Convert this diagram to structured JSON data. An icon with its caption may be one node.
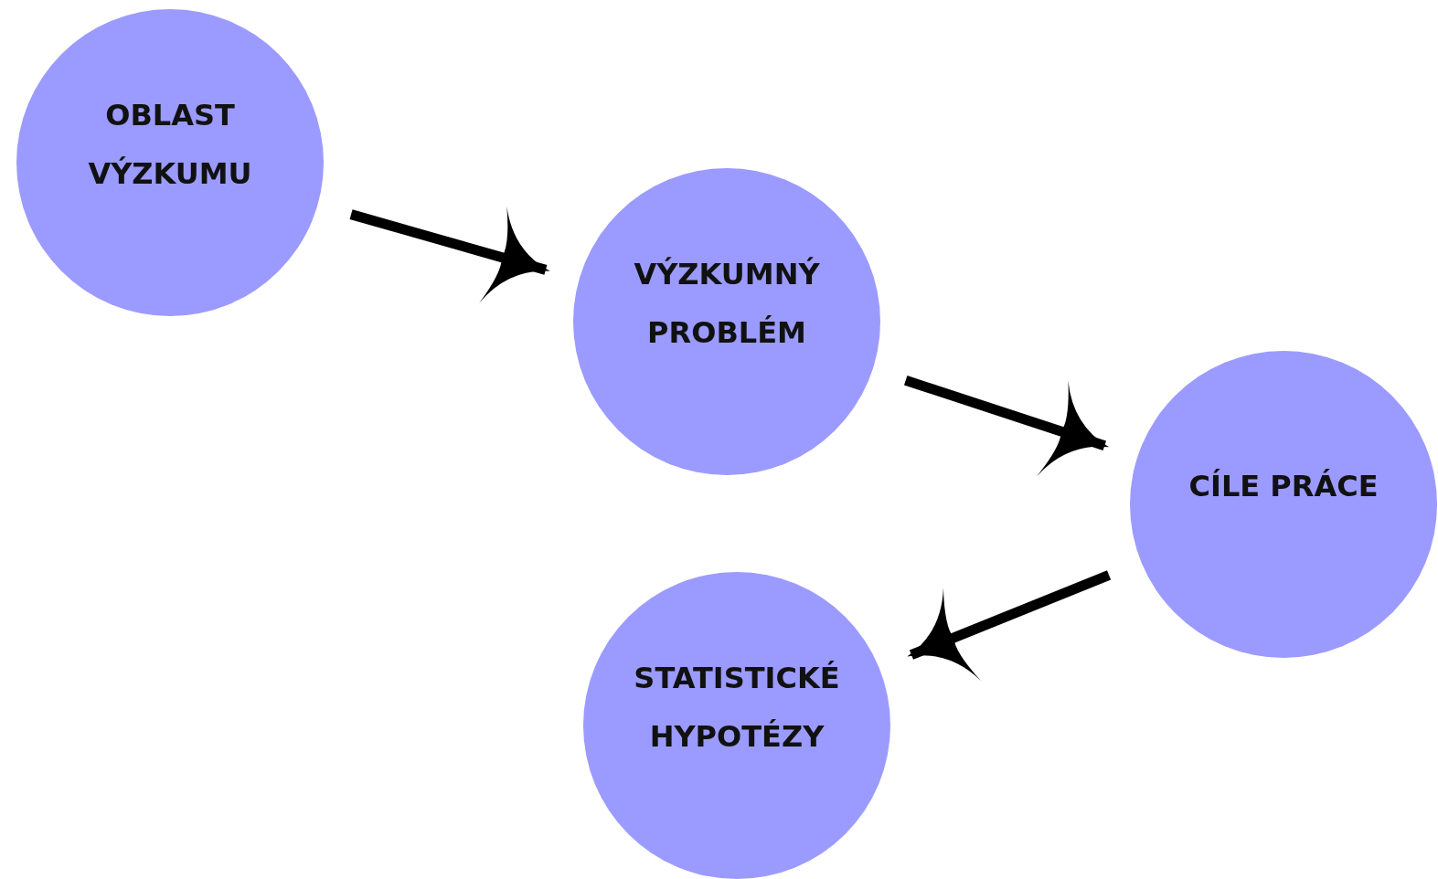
{
  "diagram": {
    "nodes": [
      {
        "text": [
          "OBLAST VÝZKUMU"
        ]
      },
      {
        "text": [
          "VÝZKUMNÝ PROBLÉM"
        ]
      },
      {
        "text": [
          "CÍLE PRÁCE"
        ]
      },
      {
        "text": [
          "STATISTICKÉ HYPOTÉZY"
        ]
      }
    ],
    "edges": [
      {
        "from": 0,
        "to": 1,
        "arrow": "to"
      },
      {
        "from": 1,
        "to": 2,
        "arrow": "to"
      },
      {
        "from": 2,
        "to": 3,
        "arrow": "to"
      }
    ]
  }
}
